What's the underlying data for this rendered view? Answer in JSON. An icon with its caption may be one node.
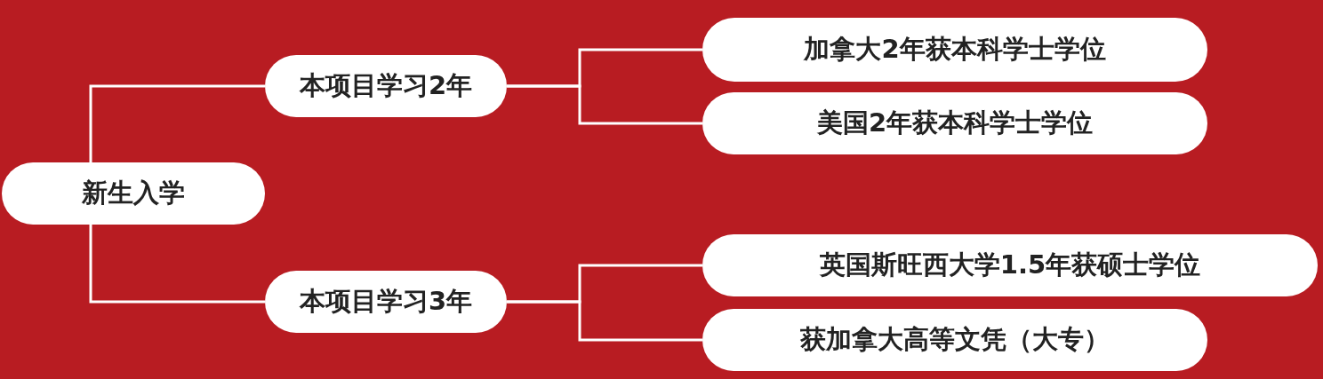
{
  "diagram": {
    "nodes": [
      {
        "text": [
          "新生入学"
        ]
      },
      {
        "text": [
          "本项目学习2年"
        ]
      },
      {
        "text": [
          "本项目学习3年"
        ]
      },
      {
        "text": [
          "加拿大2年获本科学士学位"
        ]
      },
      {
        "text": [
          "美国2年获本科学士学位"
        ]
      },
      {
        "text": [
          "英国斯旺西大学1.5年获硕士学位"
        ]
      },
      {
        "text": [
          "获加拿大高等文凭（大专）"
        ]
      }
    ],
    "edges": [
      {
        "from": 0,
        "to": 1,
        "arrow": "none"
      },
      {
        "from": 0,
        "to": 2,
        "arrow": "none"
      },
      {
        "from": 1,
        "to": 3,
        "arrow": "none"
      },
      {
        "from": 1,
        "to": 4,
        "arrow": "none"
      },
      {
        "from": 2,
        "to": 5,
        "arrow": "none"
      },
      {
        "from": 2,
        "to": 6,
        "arrow": "none"
      }
    ]
  }
}
